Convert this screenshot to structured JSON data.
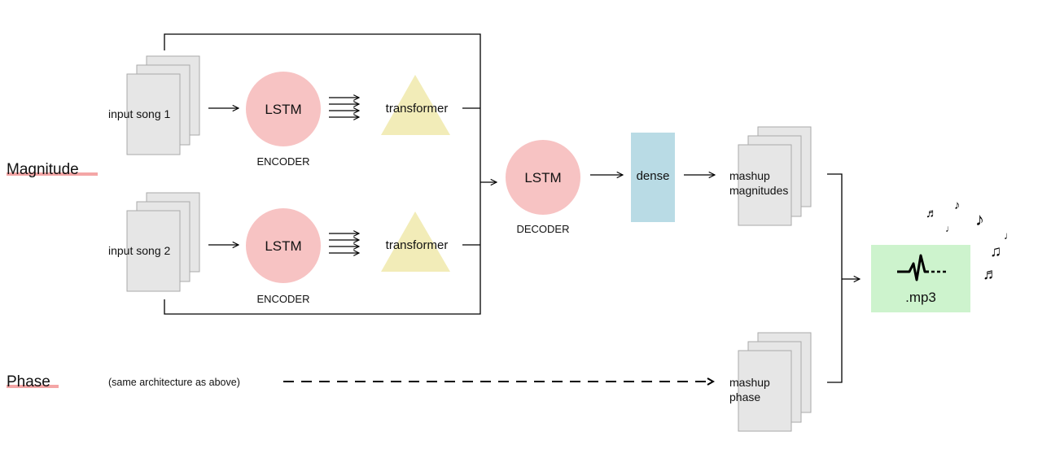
{
  "row_labels": {
    "magnitude": "Magnitude",
    "phase": "Phase"
  },
  "encoders": [
    {
      "input_label": "input song 1",
      "lstm_label": "LSTM",
      "caption": "ENCODER",
      "transformer_label": "transformer"
    },
    {
      "input_label": "input song 2",
      "lstm_label": "LSTM",
      "caption": "ENCODER",
      "transformer_label": "transformer"
    }
  ],
  "decoder": {
    "lstm_label": "LSTM",
    "caption": "DECODER"
  },
  "dense": {
    "label": "dense"
  },
  "outputs": {
    "magnitudes": [
      "mashup",
      "magnitudes"
    ],
    "phase": [
      "mashup",
      "phase"
    ]
  },
  "phase_note": "(same architecture as above)",
  "output_file": {
    "label": ".mp3"
  },
  "music_notes": [
    "♬",
    "♪",
    "♪",
    "♩",
    "♫",
    "♬"
  ],
  "colors": {
    "lstm": "#f7c3c3",
    "transformer": "#f2ecb8",
    "dense": "#b9dbe5",
    "page_stack": "#e6e6e6",
    "mp3_box": "#cdf3cd",
    "underline": "#f4a6a6"
  }
}
